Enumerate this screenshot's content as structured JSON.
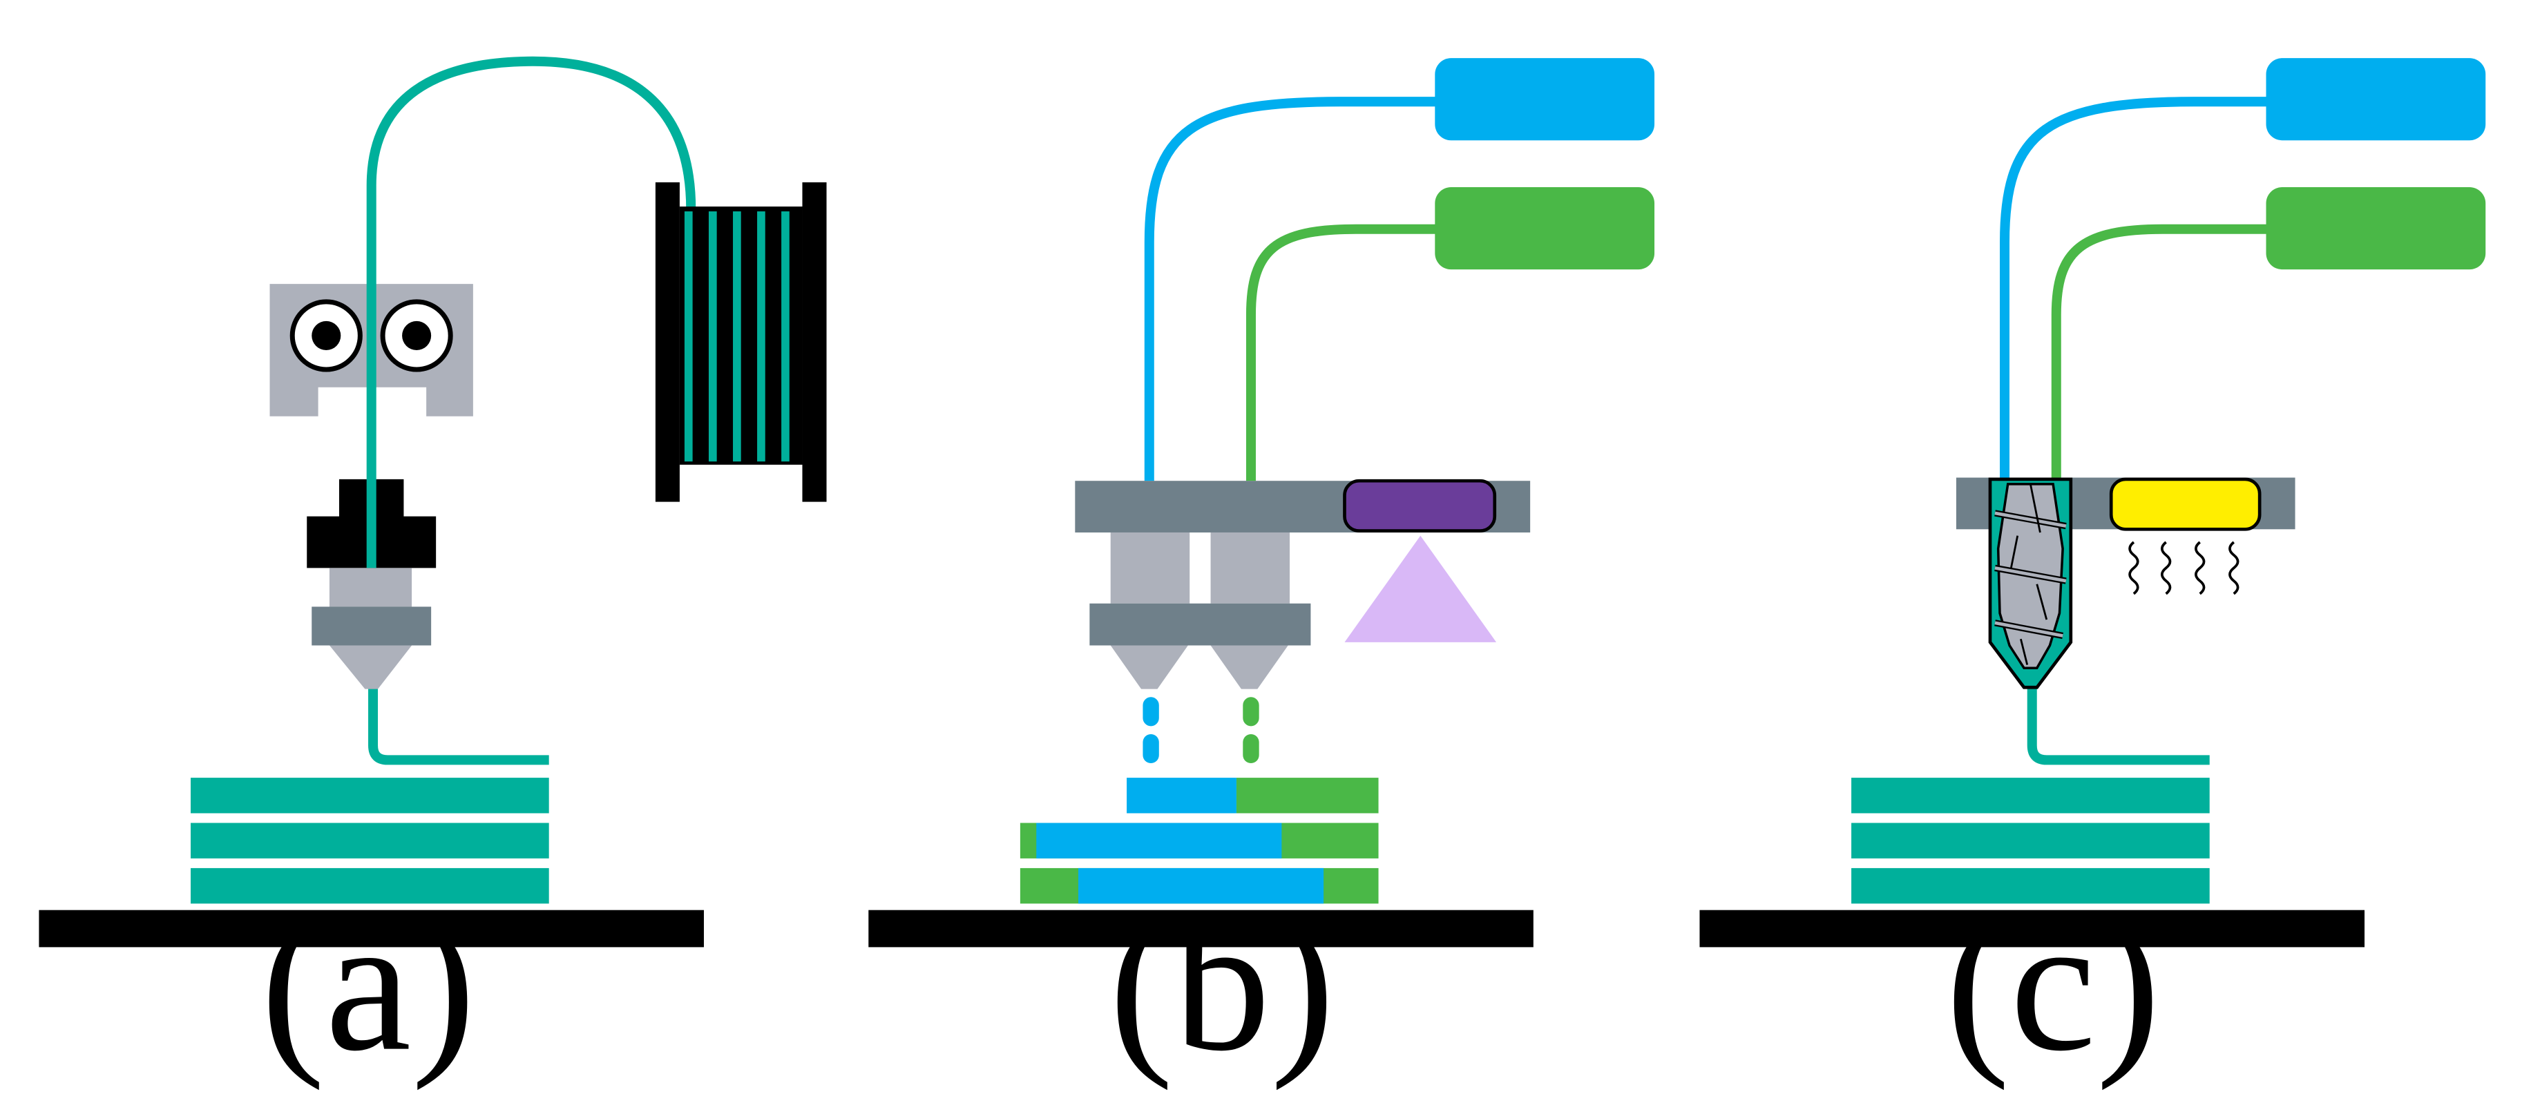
{
  "panels": [
    {
      "id": "a",
      "label": "(a)"
    },
    {
      "id": "b",
      "label": "(b)"
    },
    {
      "id": "c",
      "label": "(c)"
    }
  ],
  "colors": {
    "teal": "#00b09b",
    "blue": "#00aeef",
    "green": "#4ab847",
    "gray_dark": "#6f808a",
    "gray_light": "#adb1bb",
    "purple": "#6a3d9a",
    "purple_light": "#d9b8f7",
    "yellow": "#ffee00",
    "black": "#000000"
  }
}
